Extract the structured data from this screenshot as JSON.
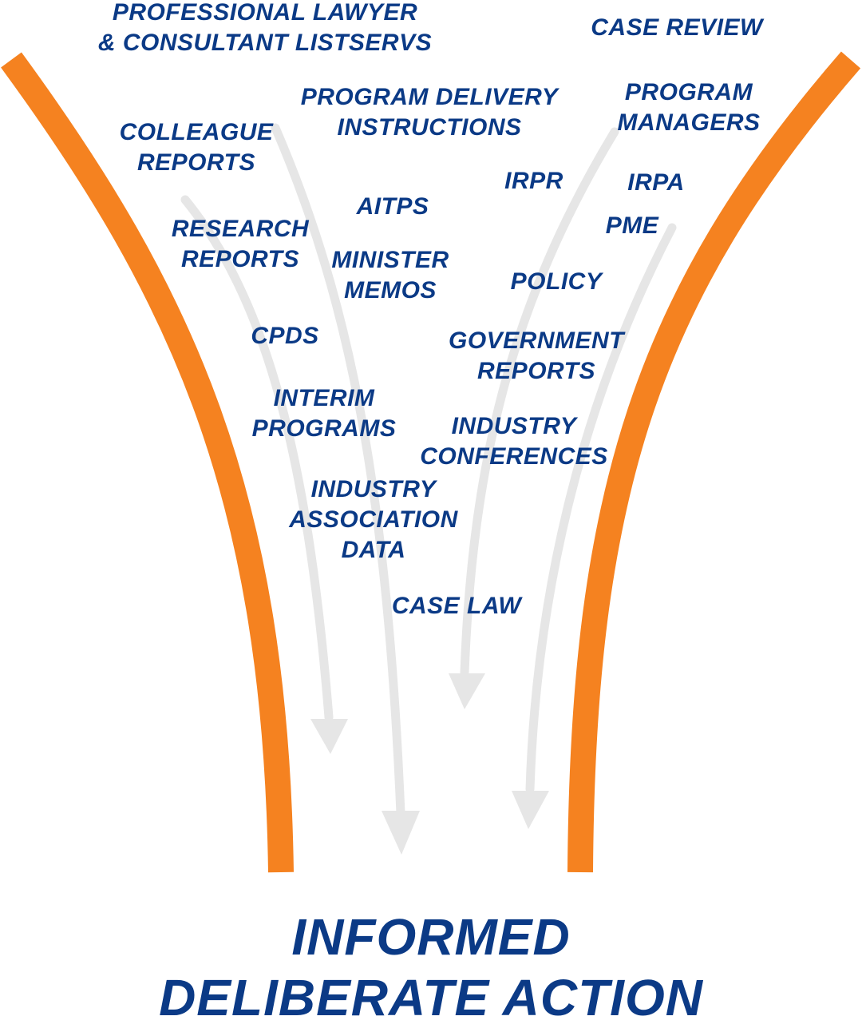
{
  "colors": {
    "label": "#0b3a86",
    "funnel": "#f58220",
    "arrow": "#e6e6e6"
  },
  "sources": [
    {
      "id": "professional-lawyer-consultant-listservs",
      "lines": [
        "PROFESSIONAL LAWYER",
        "& CONSULTANT LISTSERVS"
      ]
    },
    {
      "id": "case-review",
      "lines": [
        "CASE REVIEW"
      ]
    },
    {
      "id": "program-delivery-instructions",
      "lines": [
        "PROGRAM DELIVERY",
        "INSTRUCTIONS"
      ]
    },
    {
      "id": "program-managers",
      "lines": [
        "PROGRAM",
        "MANAGERS"
      ]
    },
    {
      "id": "colleague-reports",
      "lines": [
        "COLLEAGUE",
        "REPORTS"
      ]
    },
    {
      "id": "irpr",
      "lines": [
        "IRPR"
      ]
    },
    {
      "id": "irpa",
      "lines": [
        "IRPA"
      ]
    },
    {
      "id": "aitps",
      "lines": [
        "AITPS"
      ]
    },
    {
      "id": "pme",
      "lines": [
        "PME"
      ]
    },
    {
      "id": "research-reports",
      "lines": [
        "RESEARCH",
        "REPORTS"
      ]
    },
    {
      "id": "minister-memos",
      "lines": [
        "MINISTER",
        "MEMOS"
      ]
    },
    {
      "id": "policy",
      "lines": [
        "POLICY"
      ]
    },
    {
      "id": "cpds",
      "lines": [
        "CPDS"
      ]
    },
    {
      "id": "government-reports",
      "lines": [
        "GOVERNMENT",
        "REPORTS"
      ]
    },
    {
      "id": "interim-programs",
      "lines": [
        "INTERIM",
        "PROGRAMS"
      ]
    },
    {
      "id": "industry-conferences",
      "lines": [
        "INDUSTRY",
        "CONFERENCES"
      ]
    },
    {
      "id": "industry-association-data",
      "lines": [
        "INDUSTRY",
        "ASSOCIATION",
        "DATA"
      ]
    },
    {
      "id": "case-law",
      "lines": [
        "CASE LAW"
      ]
    }
  ],
  "result": {
    "lines": [
      "INFORMED",
      "DELIBERATE ACTION"
    ]
  }
}
